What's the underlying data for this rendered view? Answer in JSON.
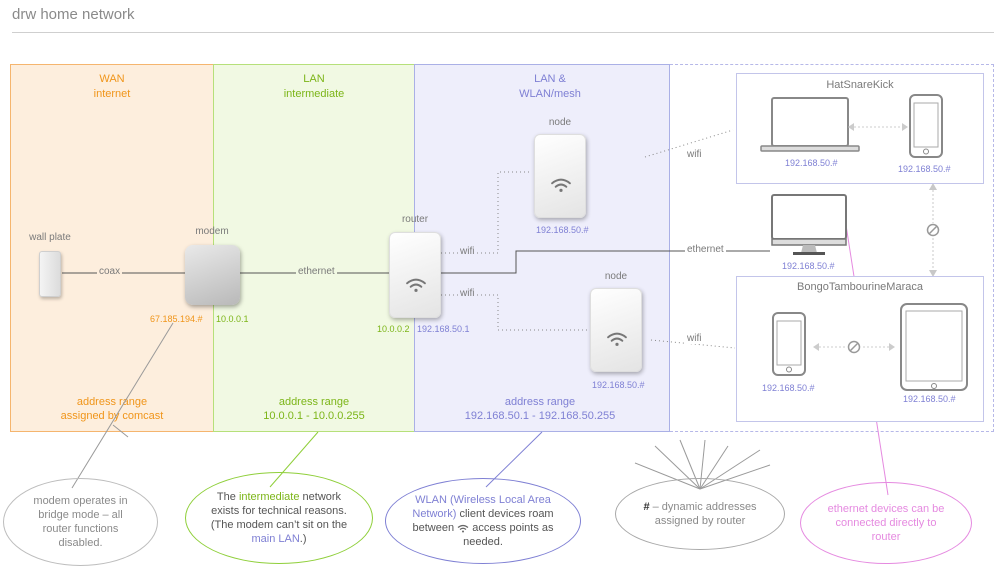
{
  "title": "drw home network",
  "zones": {
    "wan": {
      "title": "WAN",
      "subtitle": "internet",
      "range_title": "address range",
      "range_value": "assigned by comcast"
    },
    "lan": {
      "title": "LAN",
      "subtitle": "intermediate",
      "range_title": "address range",
      "range_value": "10.0.0.1 - 10.0.0.255"
    },
    "wlan": {
      "title": "LAN &",
      "subtitle": "WLAN/mesh",
      "range_title": "address range",
      "range_value": "192.168.50.1 - 192.168.50.255"
    }
  },
  "devices": {
    "wall_plate": "wall plate",
    "modem": {
      "label": "modem",
      "ip_wan": "67.185.194.#",
      "ip_lan": "10.0.0.1"
    },
    "router": {
      "label": "router",
      "ip_lan": "10.0.0.2",
      "ip_wlan": "192.168.50.1"
    },
    "node_top": {
      "label": "node",
      "ip": "192.168.50.#"
    },
    "node_bottom": {
      "label": "node",
      "ip": "192.168.50.#"
    }
  },
  "links": {
    "coax": "coax",
    "ethernet_modem": "ethernet",
    "wifi_router_top": "wifi",
    "wifi_router_bottom": "wifi",
    "wifi_node_top": "wifi",
    "wifi_node_bottom": "wifi",
    "ethernet_router": "ethernet"
  },
  "clients": {
    "hsk": {
      "title": "HatSnareKick",
      "laptop_ip": "192.168.50.#",
      "phone_ip": "192.168.50.#"
    },
    "desktop_ip": "192.168.50.#",
    "btm": {
      "title": "BongoTambourineMaraca",
      "phone_ip": "192.168.50.#",
      "tablet_ip": "192.168.50.#"
    }
  },
  "notes": {
    "bridge": "modem operates in bridge mode – all router functions disabled.",
    "intermediate": {
      "p1": "The ",
      "h1": "intermediate",
      "p2": " network exists for technical reasons. (The modem can’t sit on the ",
      "h2": "main LAN",
      "p3": ".)"
    },
    "wlan": {
      "h1": "WLAN (Wireless Local Area Network)",
      "p1": " client devices roam between ",
      "p2": " access points as needed."
    },
    "dynamic": {
      "mark": "#",
      "text": " – dynamic addresses assigned by router"
    },
    "ethernet": "ethernet devices can be connected directly to router"
  },
  "colors": {
    "wan_fill": "#fdeedd",
    "wan_border": "#f5b56e",
    "lan_fill": "#f1f9e3",
    "lan_border": "#b6e07a",
    "wlan_fill": "#eeeefb",
    "wlan_border": "#aab0e6",
    "pink": "#e58ae0"
  },
  "icons": [
    "wifi-icon",
    "laptop-icon",
    "phone-icon",
    "desktop-icon",
    "tablet-icon",
    "no-connection-icon"
  ]
}
